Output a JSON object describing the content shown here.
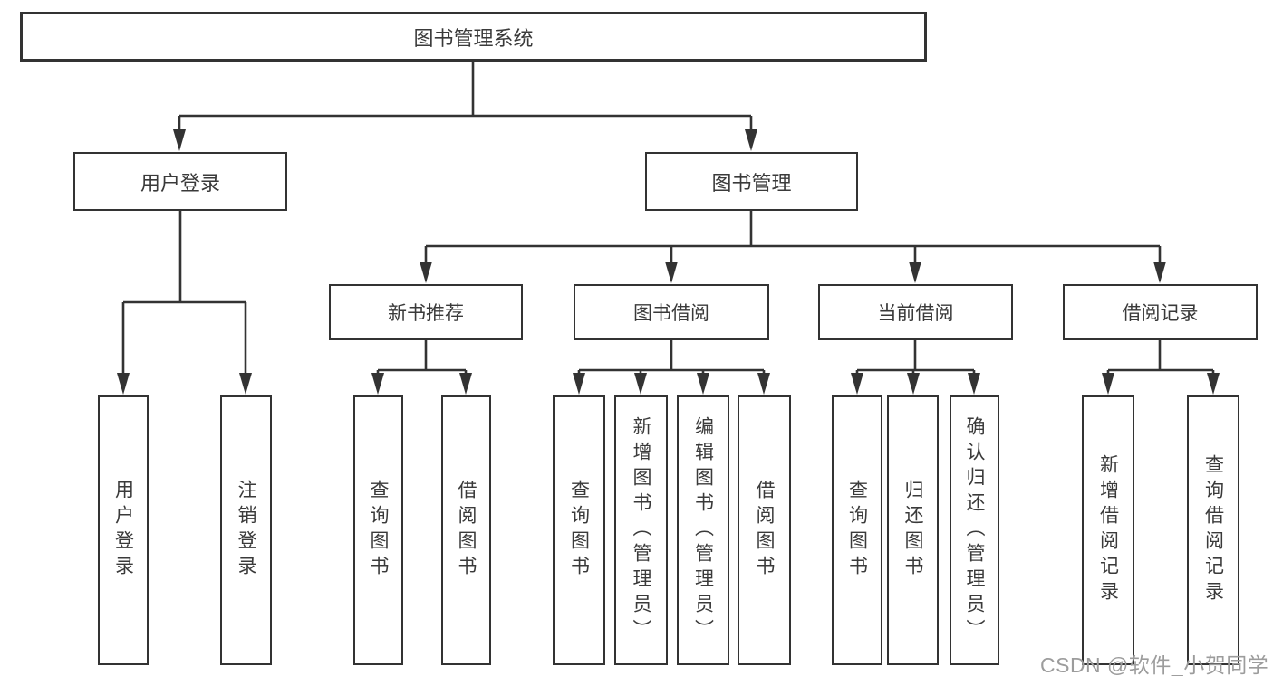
{
  "title": "图书管理系统",
  "branches": {
    "login": {
      "label": "用户登录",
      "children": [
        "用户登录",
        "注销登录"
      ]
    },
    "management": {
      "label": "图书管理",
      "children": [
        {
          "label": "新书推荐",
          "children": [
            "查询图书",
            "借阅图书"
          ]
        },
        {
          "label": "图书借阅",
          "children": [
            "查询图书",
            "新增图书（管理员）",
            "编辑图书（管理员）",
            "借阅图书"
          ]
        },
        {
          "label": "当前借阅",
          "children": [
            "查询图书",
            "归还图书",
            "确认归还（管理员）"
          ]
        },
        {
          "label": "借阅记录",
          "children": [
            "新增借阅记录",
            "查询借阅记录"
          ]
        }
      ]
    }
  },
  "watermark": {
    "text": "CSDN @软件_小贺同学",
    "color": "#9c9c9c"
  },
  "colors": {
    "line": "#333333",
    "text": "#3a3a3a",
    "box_fill": "#ffffff",
    "background": "#ffffff"
  }
}
